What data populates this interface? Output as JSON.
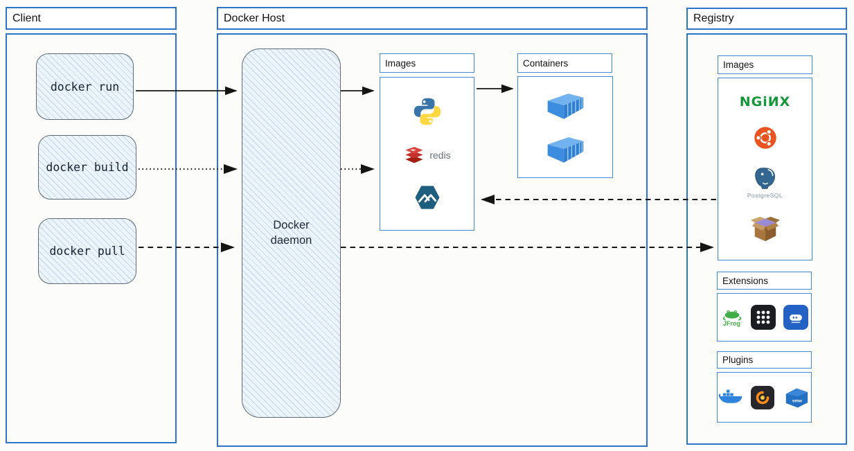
{
  "client": {
    "title": "Client",
    "commands": [
      "docker run",
      "docker build",
      "docker pull"
    ]
  },
  "docker_host": {
    "title": "Docker Host",
    "daemon_line1": "Docker",
    "daemon_line2": "daemon",
    "images_panel": {
      "title": "Images",
      "items": [
        "python",
        "redis",
        "alpine"
      ]
    },
    "containers_panel": {
      "title": "Containers",
      "items": [
        "container",
        "container"
      ]
    }
  },
  "registry": {
    "title": "Registry",
    "images_panel": {
      "title": "Images",
      "items": [
        "nginx",
        "ubuntu",
        "postgresql",
        "package-box"
      ]
    },
    "extensions_panel": {
      "title": "Extensions",
      "items": [
        "jfrog",
        "app-grid",
        "disk-app"
      ]
    },
    "plugins_panel": {
      "title": "Plugins",
      "items": [
        "docker",
        "grafana",
        "vmware"
      ]
    }
  },
  "icon_labels": {
    "redis": "redis",
    "nginx": "NGiИX",
    "postgresql": "PostgreSQL",
    "jfrog": "JFrog",
    "vmware": "vmw"
  },
  "edges": [
    {
      "from": "docker run",
      "to": "Docker daemon",
      "style": "solid"
    },
    {
      "from": "docker build",
      "to": "Docker daemon",
      "style": "dotted"
    },
    {
      "from": "docker pull",
      "to": "Docker daemon",
      "style": "dashed"
    },
    {
      "from": "Docker daemon",
      "to": "Images (host)",
      "style": "solid"
    },
    {
      "from": "Docker daemon",
      "to": "Images (host)",
      "style": "dotted"
    },
    {
      "from": "Images (host)",
      "to": "Containers",
      "style": "solid"
    },
    {
      "from": "Registry Images",
      "to": "Images (host)",
      "style": "dashed"
    },
    {
      "from": "Docker daemon",
      "to": "Registry Images",
      "style": "dashed"
    }
  ],
  "colors": {
    "frame_blue": "#2b76c8",
    "panel_blue": "#4089d6",
    "sketch_fill": "#ecf4fb",
    "arrow_black": "#141414",
    "nginx_green": "#149639",
    "ubuntu_orange": "#e95420",
    "redis_red": "#c6302b",
    "alpine_teal": "#1d5e7e",
    "docker_blue": "#2f85dc",
    "python_blue": "#3874a8",
    "python_yellow": "#ffd742"
  }
}
